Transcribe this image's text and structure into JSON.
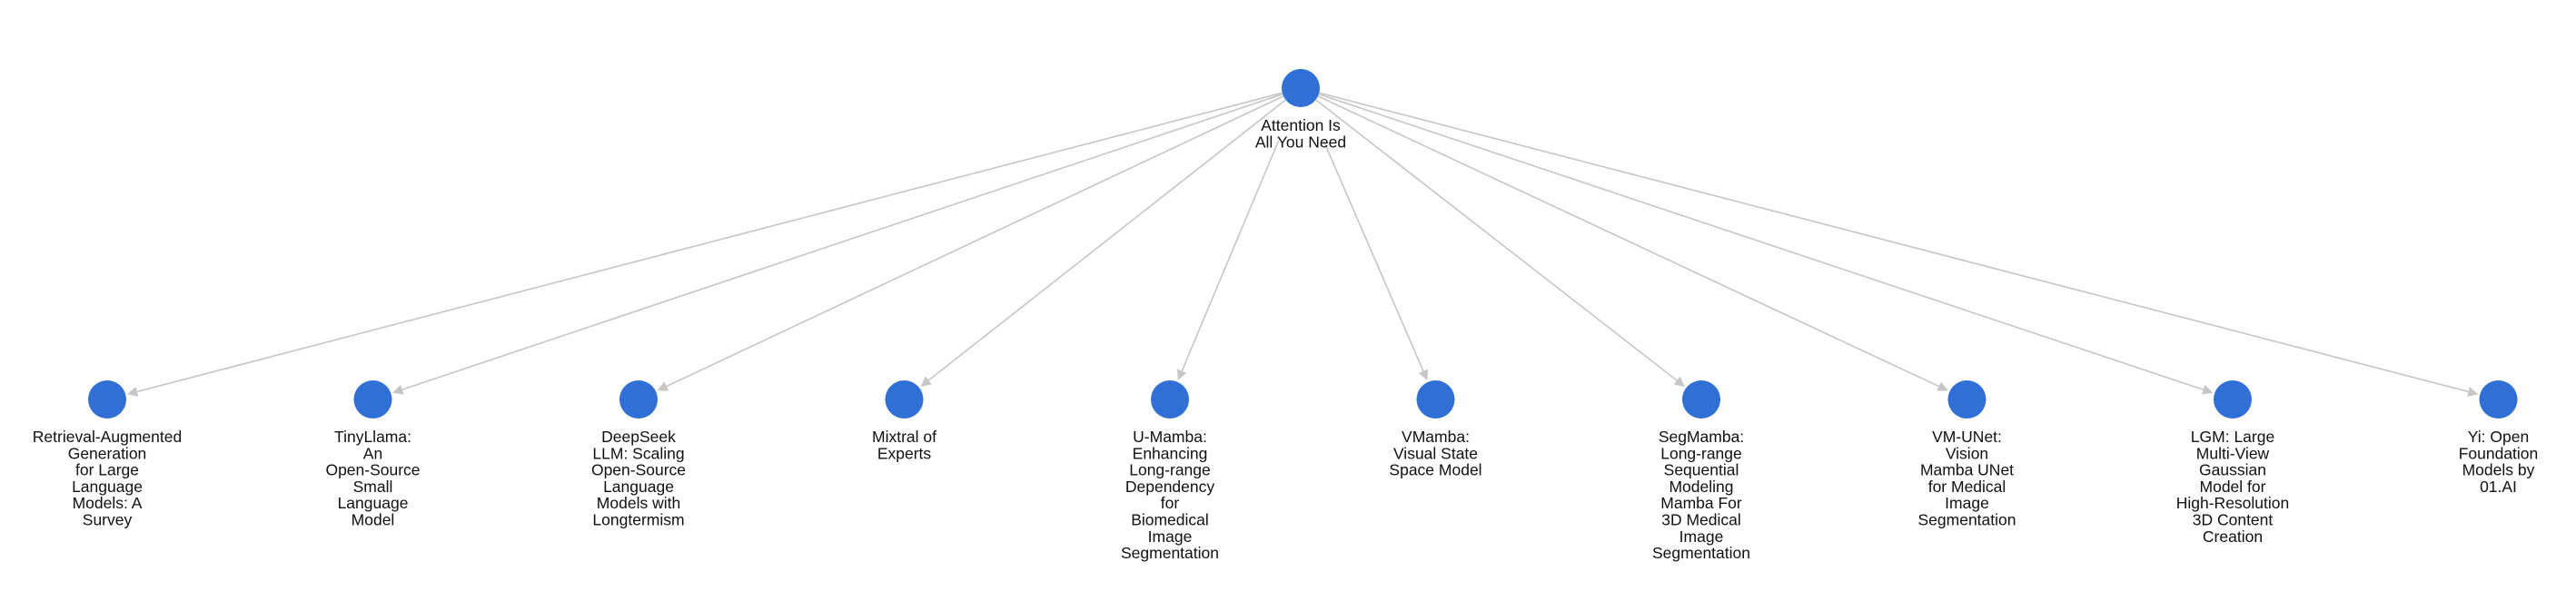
{
  "colors": {
    "node": "#2f6fd6",
    "edge": "#c6c6c6",
    "background": "#ffffff",
    "text": "#111111"
  },
  "root": {
    "label_lines": [
      "Attention Is",
      "All You Need"
    ]
  },
  "children": [
    {
      "label_lines": [
        "Retrieval-Augmented",
        "Generation",
        "for Large",
        "Language",
        "Models: A",
        "Survey"
      ]
    },
    {
      "label_lines": [
        "TinyLlama:",
        "An",
        "Open-Source",
        "Small",
        "Language",
        "Model"
      ]
    },
    {
      "label_lines": [
        "DeepSeek",
        "LLM: Scaling",
        "Open-Source",
        "Language",
        "Models with",
        "Longtermism"
      ]
    },
    {
      "label_lines": [
        "Mixtral of",
        "Experts"
      ]
    },
    {
      "label_lines": [
        "U-Mamba:",
        "Enhancing",
        "Long-range",
        "Dependency",
        "for",
        "Biomedical",
        "Image",
        "Segmentation"
      ]
    },
    {
      "label_lines": [
        "VMamba:",
        "Visual State",
        "Space Model"
      ]
    },
    {
      "label_lines": [
        "SegMamba:",
        "Long-range",
        "Sequential",
        "Modeling",
        "Mamba For",
        "3D Medical",
        "Image",
        "Segmentation"
      ]
    },
    {
      "label_lines": [
        "VM-UNet:",
        "Vision",
        "Mamba UNet",
        "for Medical",
        "Image",
        "Segmentation"
      ]
    },
    {
      "label_lines": [
        "LGM: Large",
        "Multi-View",
        "Gaussian",
        "Model for",
        "High-Resolution",
        "3D Content",
        "Creation"
      ]
    },
    {
      "label_lines": [
        "Yi: Open",
        "Foundation",
        "Models by",
        "01.AI"
      ]
    }
  ]
}
